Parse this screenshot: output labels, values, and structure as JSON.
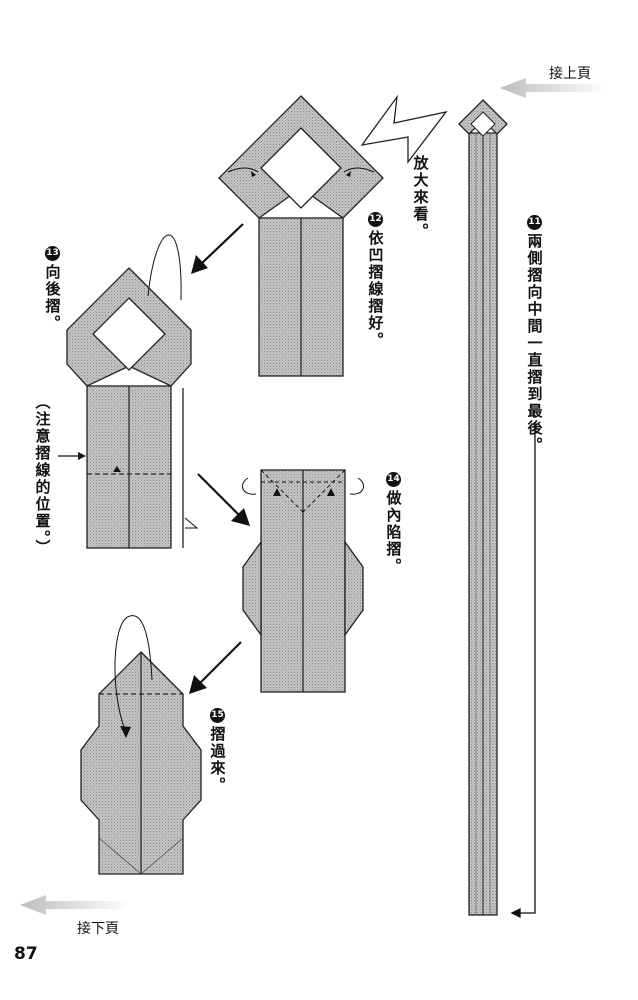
{
  "nav": {
    "continue_from_prev": "接上頁",
    "continue_to_next": "接下頁"
  },
  "page_number": "87",
  "steps": [
    {
      "num": "11",
      "text": "兩側摺向中間一直摺到最後。"
    },
    {
      "num": "12",
      "text": "依凹摺線摺好。"
    },
    {
      "num": "13",
      "text": "向後摺。"
    },
    {
      "num": "14",
      "text": "做內陷摺。"
    },
    {
      "num": "15",
      "text": "摺過來。"
    }
  ],
  "notes": {
    "zoom": "放大來看。",
    "caution": "（注意摺線的位置。）"
  }
}
